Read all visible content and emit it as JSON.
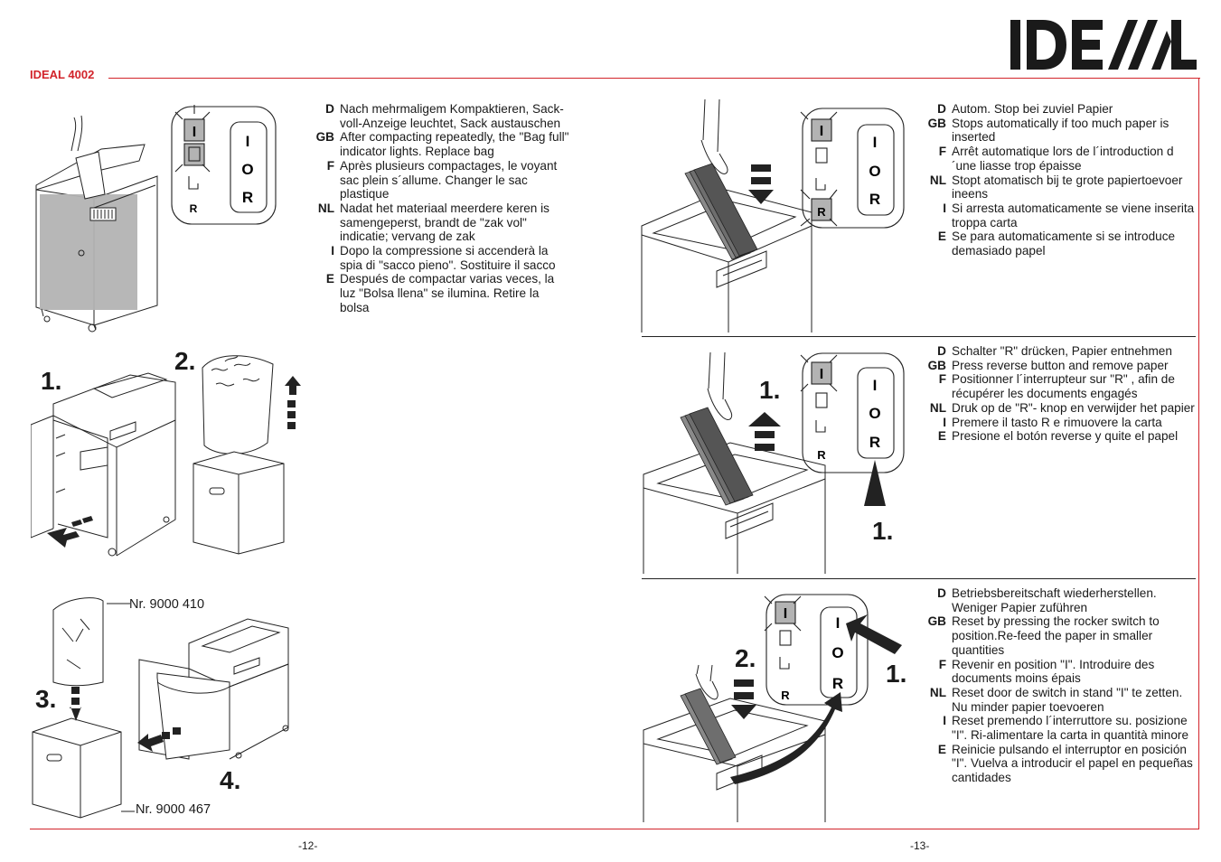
{
  "header": {
    "model": "IDEAL 4002",
    "brand": "IDEAL"
  },
  "colors": {
    "accent": "#d2232a",
    "ink": "#1a1a1a",
    "bag_gray": "#b3b3b3"
  },
  "panel_labels": {
    "on": "I",
    "off": "O",
    "reverse": "R"
  },
  "left_page": {
    "page_number": "-12-",
    "bag_full": [
      {
        "code": "D",
        "text": "Nach mehrmaligem Kompaktieren, Sack-voll-Anzeige leuchtet, Sack austauschen"
      },
      {
        "code": "GB",
        "text": "After compacting repeatedly, the \"Bag full\" indicator lights. Replace bag"
      },
      {
        "code": "F",
        "text": "Après plusieurs compactages, le voyant sac plein s´allume. Changer le sac plastique"
      },
      {
        "code": "NL",
        "text": "Nadat het materiaal meerdere keren is samengeperst, brandt de \"zak vol\" indicatie; vervang de zak"
      },
      {
        "code": "I",
        "text": "Dopo la compressione si accenderà la spia di \"sacco pieno\". Sostituire il sacco"
      },
      {
        "code": "E",
        "text": "Después de compactar varias veces, la luz \"Bolsa llena\" se ilumina. Retire la bolsa"
      }
    ],
    "part_bag": "Nr. 9000 410",
    "part_box": "Nr. 9000 467",
    "steps": {
      "s1": "1.",
      "s2": "2.",
      "s3": "3.",
      "s4": "4."
    }
  },
  "right_page": {
    "page_number": "-13-",
    "auto_stop": [
      {
        "code": "D",
        "text": "Autom. Stop bei zuviel Papier"
      },
      {
        "code": "GB",
        "text": "Stops automatically if too much paper is inserted"
      },
      {
        "code": "F",
        "text": "Arrêt automatique lors de l´introduction d´une liasse trop épaisse"
      },
      {
        "code": "NL",
        "text": "Stopt atomatisch bij te grote papiertoevoer ineens"
      },
      {
        "code": "I",
        "text": "Si arresta automaticamente se viene inserita troppa carta"
      },
      {
        "code": "E",
        "text": "Se para automaticamente si se introduce demasiado papel"
      }
    ],
    "reverse": [
      {
        "code": "D",
        "text": "Schalter \"R\" drücken, Papier entnehmen"
      },
      {
        "code": "GB",
        "text": "Press reverse button and remove paper"
      },
      {
        "code": "F",
        "text": "Positionner l´interrupteur sur \"R\" , afin de récupérer les documents engagés"
      },
      {
        "code": "NL",
        "text": "Druk op de \"R\"- knop en verwijder het papier"
      },
      {
        "code": "I",
        "text": "Premere il tasto R e rimuovere la carta"
      },
      {
        "code": "E",
        "text": "Presione el botón reverse y quite el papel"
      }
    ],
    "reset": [
      {
        "code": "D",
        "text": "Betriebsbereitschaft wiederherstellen. Weniger Papier zuführen"
      },
      {
        "code": "GB",
        "text": "Reset by pressing the rocker switch to position.Re-feed the paper in smaller quantities"
      },
      {
        "code": "F",
        "text": "Revenir en position \"I\". Introduire des documents moins épais"
      },
      {
        "code": "NL",
        "text": "Reset door de switch in stand \"I\" te zetten. Nu minder papier toevoeren"
      },
      {
        "code": "I",
        "text": "Reset premendo l´interruttore su. posizione \"I\". Ri-alimentare la carta in quantità minore"
      },
      {
        "code": "E",
        "text": "Reinicie pulsando el interruptor en posición \"I\". Vuelva a introducir el papel en pequeñas cantidades"
      }
    ],
    "steps": {
      "r1": "1.",
      "r2": "1.",
      "r3": "2.",
      "r4": "1."
    }
  }
}
